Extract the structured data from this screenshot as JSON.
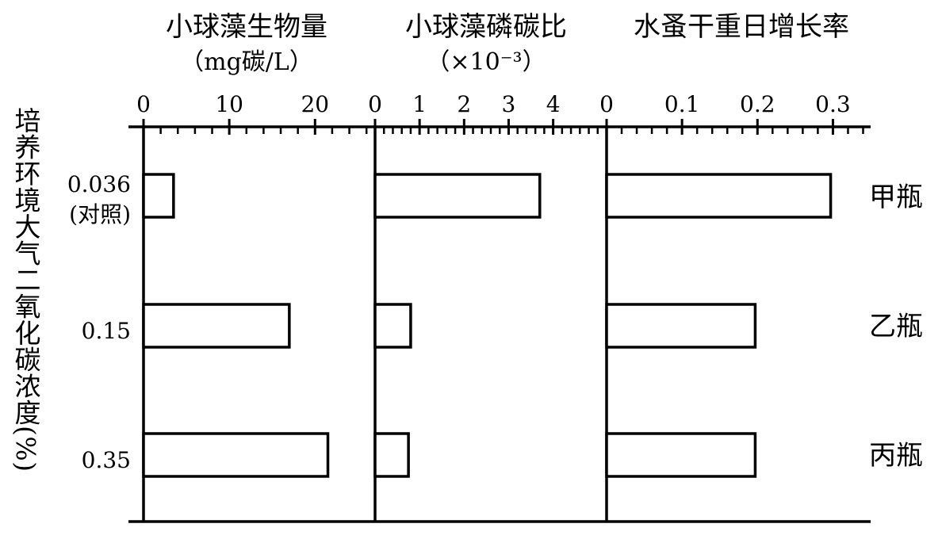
{
  "chart_data": [
    {
      "type": "bar",
      "orientation": "horizontal",
      "title": "小球藻生物量",
      "unit": "（mg碳/L）",
      "categories": [
        "0.036",
        "0.15",
        "0.35"
      ],
      "values": [
        3.5,
        17,
        21.5
      ],
      "xlim": [
        0,
        27
      ],
      "ticks": [
        "0",
        "10",
        "20"
      ],
      "tick_values": [
        0,
        10,
        20
      ]
    },
    {
      "type": "bar",
      "orientation": "horizontal",
      "title": "小球藻磷碳比",
      "unit": "（×10⁻³）",
      "categories": [
        "0.036",
        "0.15",
        "0.35"
      ],
      "values": [
        3.7,
        0.8,
        0.75
      ],
      "xlim": [
        0,
        5.2
      ],
      "ticks": [
        "0",
        "1",
        "2",
        "3",
        "4"
      ],
      "tick_values": [
        0,
        1,
        2,
        3,
        4
      ]
    },
    {
      "type": "bar",
      "orientation": "horizontal",
      "title": "水蚤干重日增长率",
      "unit": "",
      "categories": [
        "0.036",
        "0.15",
        "0.35"
      ],
      "values": [
        0.297,
        0.197,
        0.197
      ],
      "xlim": [
        0,
        0.35
      ],
      "ticks": [
        "0",
        "0.1",
        "0.2",
        "0.3"
      ],
      "tick_values": [
        0,
        0.1,
        0.2,
        0.3
      ]
    }
  ],
  "y_axis_label": "培养环境大气二氧化碳浓度(%)",
  "categories": [
    {
      "value": "0.036",
      "note": "(对照)",
      "bottle": "甲瓶"
    },
    {
      "value": "0.15",
      "note": "",
      "bottle": "乙瓶"
    },
    {
      "value": "0.35",
      "note": "",
      "bottle": "丙瓶"
    }
  ]
}
